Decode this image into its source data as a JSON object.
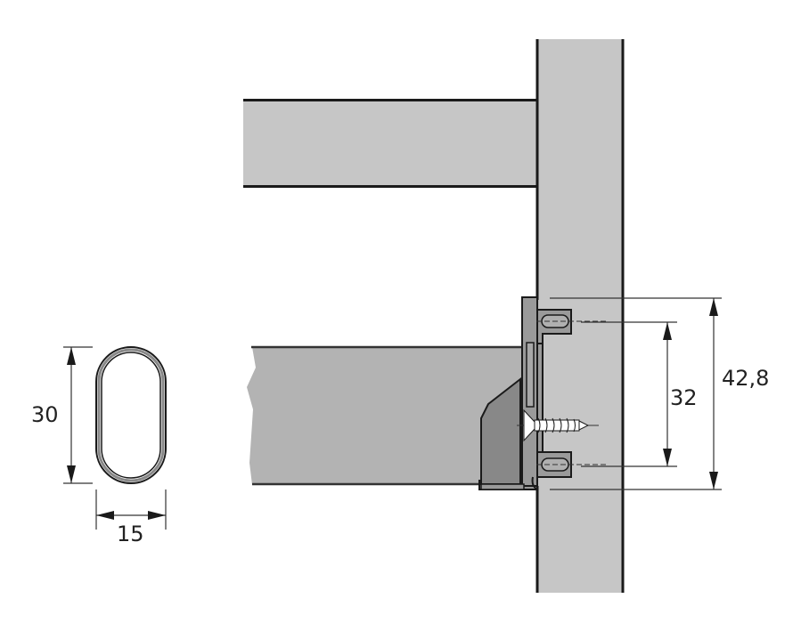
{
  "diagram": {
    "type": "technical-drawing",
    "subject": "wardrobe rail mounting bracket on side panel",
    "colors": {
      "panel_fill": "#c6c6c6",
      "rail_fill": "#b3b3b3",
      "bracket_fill": "#9a9a9a",
      "bracket_dark": "#888888",
      "outline": "#1a1a1a",
      "dimension_line": "#333333",
      "screw": "#ffffff"
    },
    "profile": {
      "label": "oval rail cross-section",
      "height_label": "30",
      "width_label": "15"
    },
    "dimensions": {
      "hole_spacing_label": "32",
      "bracket_height_label": "42,8"
    },
    "parts": [
      {
        "id": "side-panel",
        "label": "vertical side panel"
      },
      {
        "id": "shelf",
        "label": "horizontal shelf"
      },
      {
        "id": "rail",
        "label": "oval clothes rail (side view)"
      },
      {
        "id": "bracket",
        "label": "rail support bracket"
      },
      {
        "id": "screw",
        "label": "mounting screw"
      }
    ]
  }
}
